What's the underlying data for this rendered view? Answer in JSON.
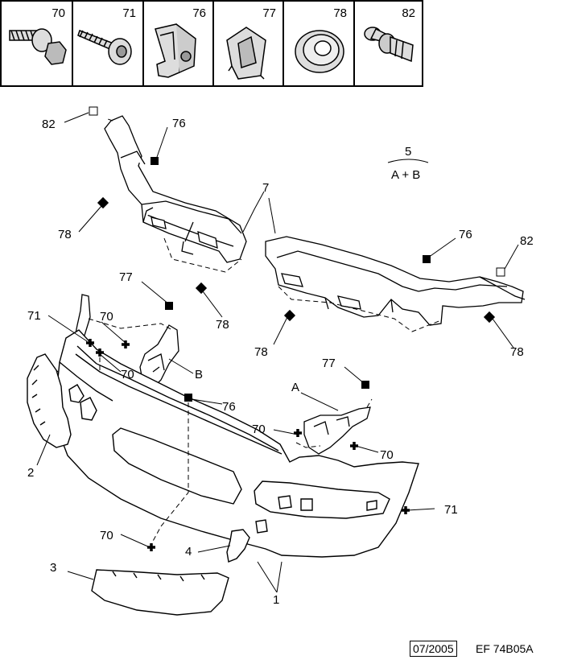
{
  "parts_table": {
    "cells": [
      {
        "num": "70",
        "icon": "hex-bolt-icon"
      },
      {
        "num": "71",
        "icon": "screw-icon"
      },
      {
        "num": "76",
        "icon": "spring-clip-icon"
      },
      {
        "num": "77",
        "icon": "cage-nut-icon"
      },
      {
        "num": "78",
        "icon": "grommet-icon"
      },
      {
        "num": "82",
        "icon": "push-pin-icon"
      }
    ]
  },
  "callouts": {
    "c82_top": "82",
    "c76_top": "76",
    "c5": "5",
    "c_ab": "A + B",
    "c7": "7",
    "c78_left": "78",
    "c76_right": "76",
    "c82_right": "82",
    "c78_mid": "78",
    "c78_right": "78",
    "c78_center": "78",
    "c77_left": "77",
    "c71_left": "71",
    "c70_a": "70",
    "c70_b": "70",
    "c_B": "B",
    "c76_mid": "76",
    "c77_right": "77",
    "c_A": "A",
    "c70_c": "70",
    "c70_d": "70",
    "c2": "2",
    "c71_right": "71",
    "c70_e": "70",
    "c4": "4",
    "c3": "3",
    "c1": "1"
  },
  "footer": {
    "date": "07/2005",
    "code": "EF 74B05A"
  }
}
